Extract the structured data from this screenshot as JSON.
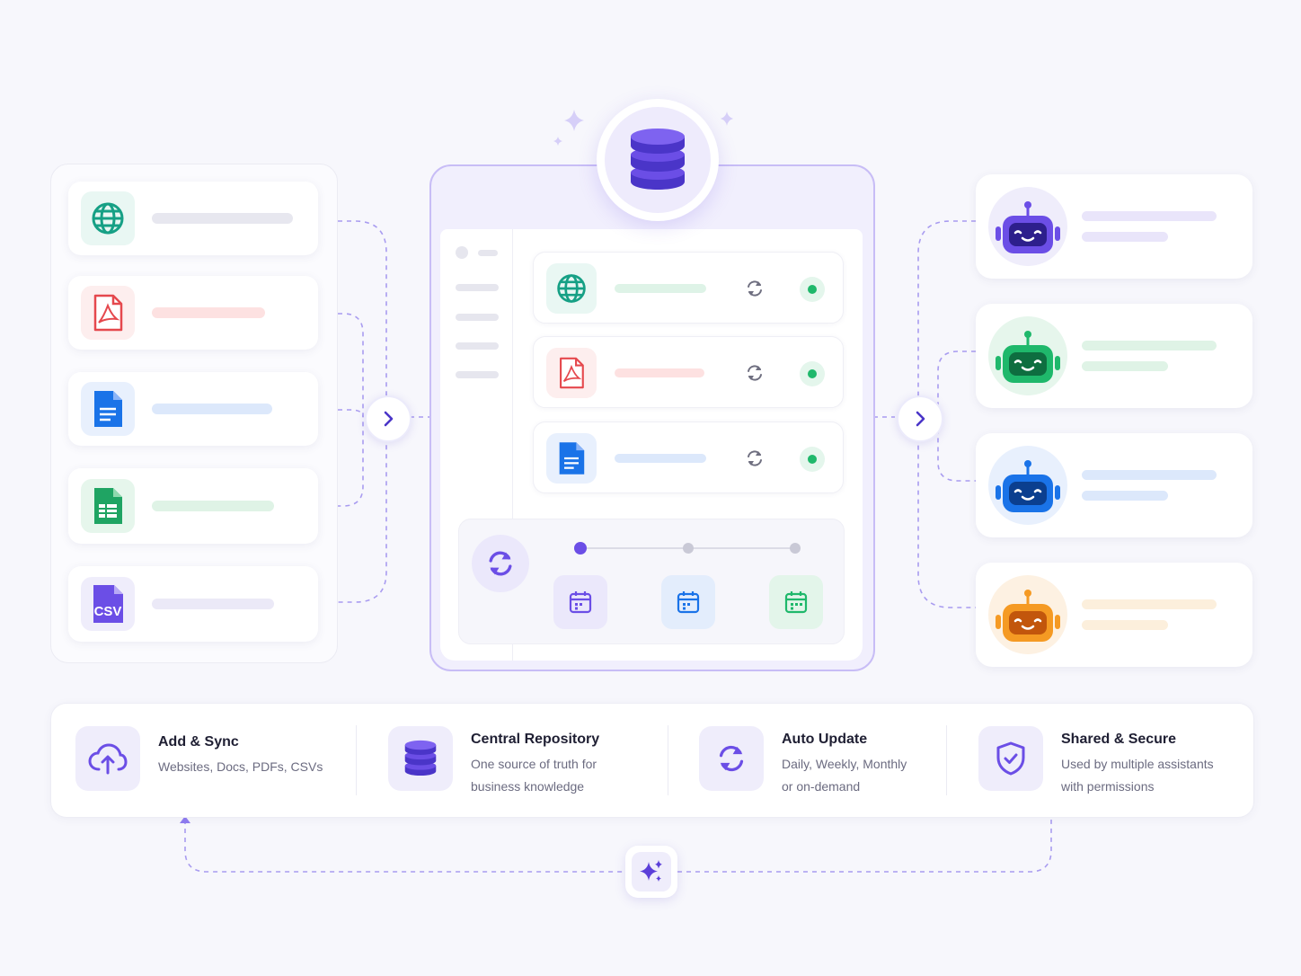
{
  "features": [
    {
      "title": "Add & Sync",
      "desc": [
        "Websites, Docs, PDFs, CSVs"
      ]
    },
    {
      "title": "Central Repository",
      "desc": [
        "One source of truth for",
        "business knowledge"
      ]
    },
    {
      "title": "Auto Update",
      "desc": [
        "Daily, Weekly, Monthly",
        "or on-demand"
      ]
    },
    {
      "title": "Shared & Secure",
      "desc": [
        "Used by multiple assistants",
        "with permissions"
      ]
    }
  ],
  "sources": {
    "csv_label": "CSV"
  },
  "colors": {
    "accent": "#6b4ee6",
    "green": "#1fb86b",
    "red": "#e5484d",
    "blue": "#1a73e8",
    "orange": "#f59a23",
    "teal": "#16a085"
  }
}
